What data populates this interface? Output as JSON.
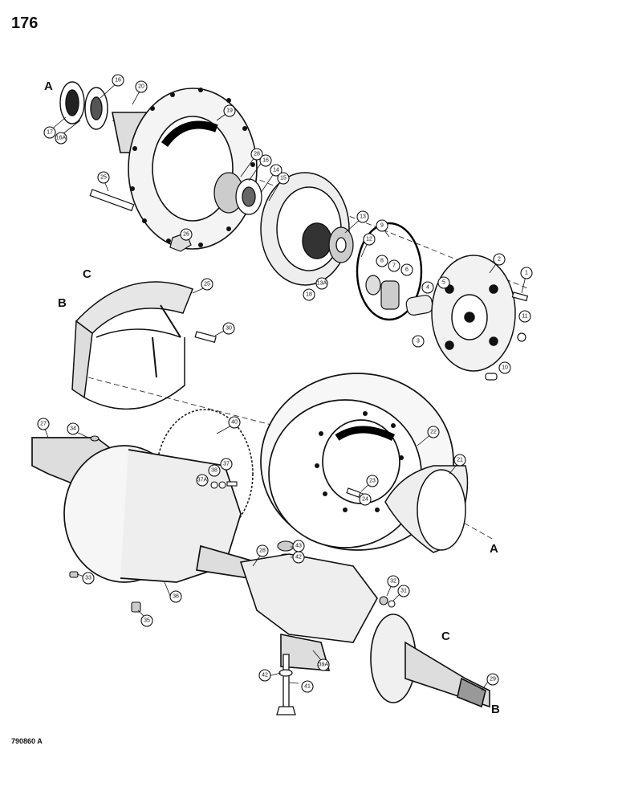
{
  "page_number": "176",
  "figure_code": "790860 A",
  "reference_letters": [
    "A",
    "B",
    "C",
    "A",
    "B",
    "C"
  ],
  "callouts": [
    "16",
    "20",
    "19",
    "17",
    "16A",
    "28",
    "16",
    "14",
    "15",
    "25",
    "26",
    "13",
    "9",
    "12",
    "2",
    "1",
    "8",
    "7",
    "6",
    "4",
    "5",
    "13A",
    "18",
    "11",
    "3",
    "10",
    "25",
    "30",
    "27",
    "34",
    "40",
    "22",
    "37A",
    "38",
    "37",
    "23",
    "24",
    "21",
    "43",
    "28",
    "42",
    "33",
    "36",
    "35",
    "32",
    "31",
    "42",
    "39A",
    "41",
    "29"
  ]
}
